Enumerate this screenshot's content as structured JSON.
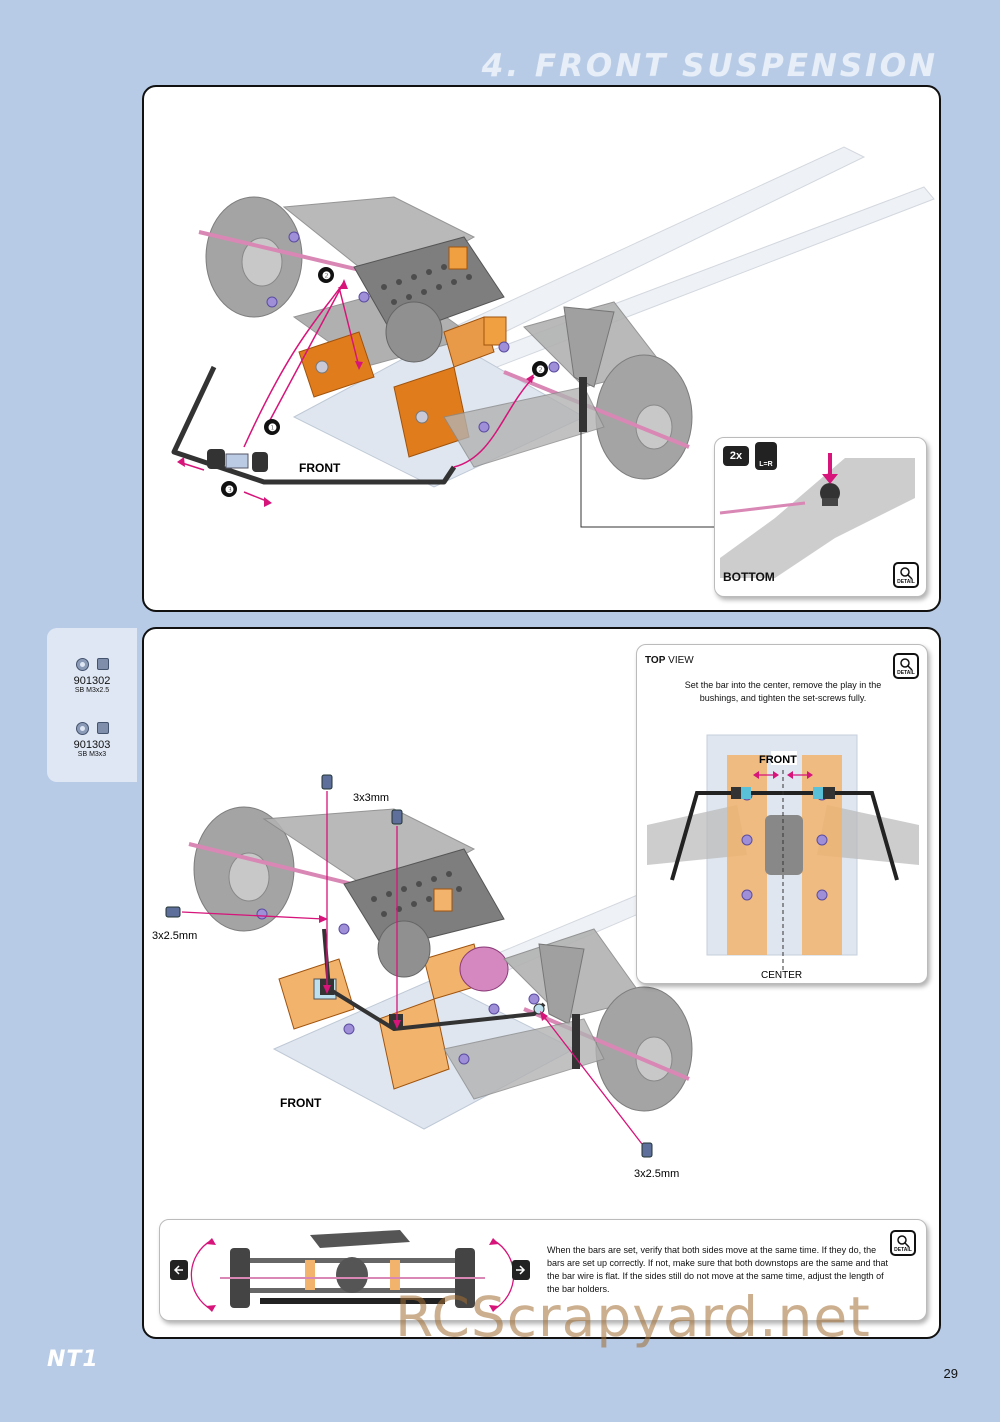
{
  "header": {
    "section_title": "4. FRONT SUSPENSION"
  },
  "parts": [
    {
      "number": "901302",
      "desc": "SB M3x2.5"
    },
    {
      "number": "901303",
      "desc": "SB M3x3"
    }
  ],
  "step1": {
    "step_numbers": [
      "❶",
      "❷",
      "❸"
    ],
    "front_label": "FRONT",
    "inset": {
      "quantity": "2x",
      "lr_label": "L=R",
      "bottom_label": "BOTTOM",
      "detail_label": "DETAIL"
    }
  },
  "step2": {
    "front_label": "FRONT",
    "screw_labels": {
      "top": "3x3mm",
      "left": "3x2.5mm",
      "bottom": "3x2.5mm"
    },
    "top_view": {
      "title_bold": "TOP",
      "title_rest": "VIEW",
      "text": "Set the bar into the center, remove the play in the bushings, and tighten the set-screws fully.",
      "front_label": "FRONT",
      "center_label": "CENTER",
      "detail_label": "DETAIL"
    },
    "note": {
      "text": "When the bars are set, verify that both sides move at the same time. If they do, the bars are set up correctly. If not, make sure that both downstops are the same and that the bar wire is flat. If the sides still do not move at the same time, adjust the length of the bar holders.",
      "detail_label": "DETAIL"
    }
  },
  "footer": {
    "brand": "NT1",
    "page_number": "29",
    "watermark": "RCScrapyard.net"
  },
  "colors": {
    "background": "#b7cbe6",
    "accent_orange": "#f0a040",
    "arrow_magenta": "#d6147a",
    "part_gray": "#9a9a9a"
  }
}
